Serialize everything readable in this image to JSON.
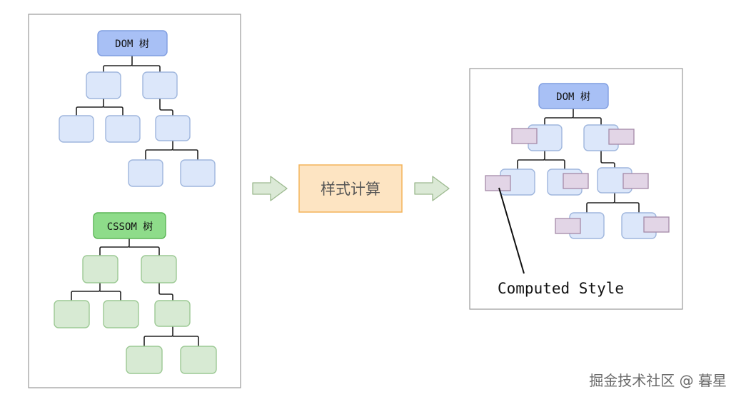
{
  "left_panel": {
    "dom_tree": {
      "root_label": "DOM 树"
    },
    "cssom_tree": {
      "root_label": "CSSOM 树"
    }
  },
  "process": {
    "label": "样式计算"
  },
  "right_panel": {
    "dom_tree": {
      "root_label": "DOM 树"
    },
    "annotation": "Computed Style"
  },
  "watermark": "掘金技术社区 @ 暮星",
  "colors": {
    "dom_root_fill": "#a8c0f5",
    "dom_root_stroke": "#7f9de0",
    "dom_node_fill": "#dce7fa",
    "dom_node_stroke": "#9fb6dd",
    "cssom_root_fill": "#8edc8a",
    "cssom_root_stroke": "#5bb556",
    "cssom_node_fill": "#d7ead3",
    "cssom_node_stroke": "#9cc994",
    "process_fill": "#fde4c2",
    "process_stroke": "#f3b35a",
    "arrow_fill": "#dbe9d6",
    "arrow_stroke": "#9cb98f",
    "style_tag_fill": "#e2d5e6",
    "style_tag_stroke": "#a48aa8",
    "panel_stroke": "#9a9a9a"
  }
}
